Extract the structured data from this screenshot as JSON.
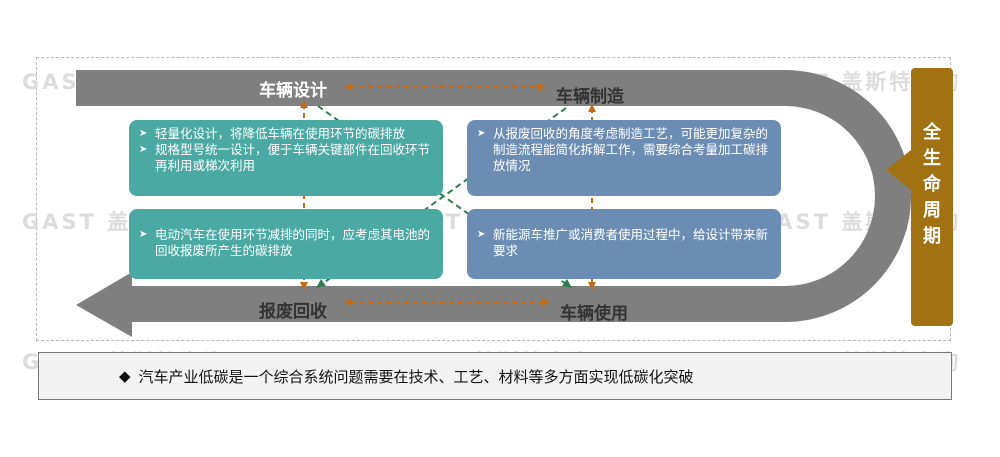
{
  "watermark": "GAST 盖斯特咨询",
  "stages": {
    "design": "车辆设计",
    "manufacturing": "车辆制造",
    "recycling": "报废回收",
    "use": "车辆使用"
  },
  "lifecycle_label": "全生命周期",
  "boxes": {
    "top_left": [
      "轻量化设计，将降低车辆在使用环节的碳排放",
      "规格型号统一设计，便于车辆关键部件在回收环节再利用或梯次利用"
    ],
    "bottom_left": [
      "电动汽车在使用环节减排的同时，应考虑其电池的回收报废所产生的碳排放"
    ],
    "top_right": [
      "从报废回收的角度考虑制造工艺，可能更加复杂的制造流程能简化拆解工作，需要综合考量加工碳排放情况"
    ],
    "bottom_right": [
      "新能源车推广或消费者使用过程中，给设计带来新要求"
    ]
  },
  "summary": {
    "bullet": "◆",
    "text": "汽车产业低碳是一个综合系统问题需要在技术、工艺、材料等多方面实现低碳化突破"
  },
  "colors": {
    "arrow_gray": "#7f7f7f",
    "teal_box": "#4aa9a3",
    "blue_box": "#6c8db3",
    "lifecycle_brown": "#a27212",
    "connector_orange": "#c56a12",
    "connector_green": "#2f7d4f"
  }
}
